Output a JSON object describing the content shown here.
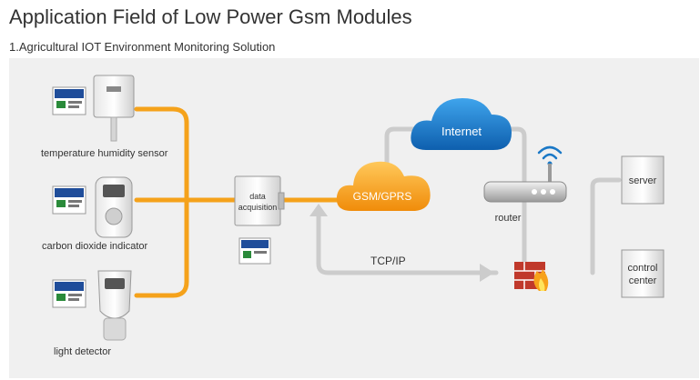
{
  "header": {
    "title": "Application Field of Low Power Gsm Modules",
    "subtitle": "1.Agricultural IOT Environment Monitoring Solution"
  },
  "diagram": {
    "sensors": [
      {
        "label": "temperature humidity sensor"
      },
      {
        "label": "carbon dioxide indicator"
      },
      {
        "label": "light detector"
      }
    ],
    "data_acquisition": [
      "data",
      "acquisition"
    ],
    "gsm_cloud": "GSM/GPRS",
    "internet_cloud": "Internet",
    "router": "router",
    "tcpip": "TCP/IP",
    "server": "server",
    "control_center": [
      "control",
      "center"
    ]
  },
  "colors": {
    "orange": "#f5a21b",
    "cloud_blue": "#1a78c6",
    "line_gray": "#cccccc",
    "panel": "#f0f0f0"
  }
}
